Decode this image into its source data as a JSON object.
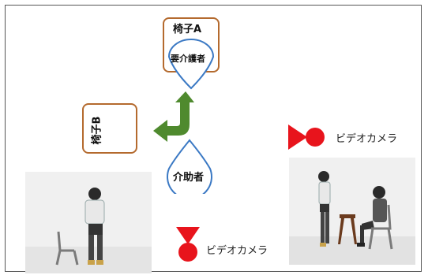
{
  "chair_a": {
    "label": "椅子A"
  },
  "chair_b": {
    "label": "椅子B"
  },
  "care_receiver": {
    "label": "要介護者"
  },
  "caregiver": {
    "label": "介助者"
  },
  "camera_side": {
    "label": "ビデオカメラ"
  },
  "camera_front": {
    "label": "ビデオカメラ"
  },
  "colors": {
    "chair_border": "#b46a2e",
    "person_outline": "#3b79c4",
    "arrow_green": "#4f8a2e",
    "camera_red": "#e8141c"
  },
  "icons": {
    "camera_side": "video-camera-icon",
    "camera_front": "video-camera-icon",
    "turn_arrow": "turn-arrow-icon"
  }
}
